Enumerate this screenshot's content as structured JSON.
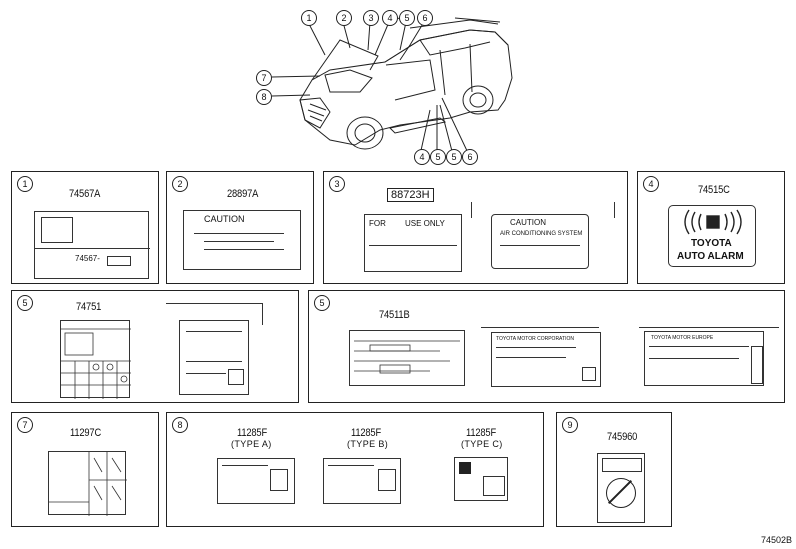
{
  "callouts_top": [
    "1",
    "2",
    "3",
    "4",
    "5",
    "6",
    "7",
    "8"
  ],
  "callouts_bottom": [
    "4",
    "5",
    "5",
    "6"
  ],
  "panels": [
    {
      "num": "1",
      "part": "74567A"
    },
    {
      "num": "2",
      "part": "28897A",
      "label": "CAUTION"
    },
    {
      "num": "3",
      "part": "88723H",
      "label1": "FOR",
      "label2": "USE ONLY",
      "label3": "CAUTION",
      "label4": "AIR CONDITIONING SYSTEM"
    },
    {
      "num": "4",
      "part": "74515C",
      "brand": "TOYOTA",
      "alarm": "AUTO ALARM"
    },
    {
      "num": "5",
      "part": "74751"
    },
    {
      "num": "5",
      "part": "74511B",
      "mfr": "TOYOTA MOTOR CORPORATION",
      "eu": "TOYOTA MOTOR EUROPE"
    },
    {
      "num": "7",
      "part": "11297C"
    },
    {
      "num": "8",
      "part_a": "11285F",
      "type_a": "(TYPE A)",
      "part_b": "11285F",
      "type_b": "(TYPE B)",
      "part_c": "11285F",
      "type_c": "(TYPE C)"
    },
    {
      "num": "9",
      "part": "745960"
    }
  ],
  "small_text": {
    "p1_label": "74567-"
  },
  "figure_code": "74502B"
}
